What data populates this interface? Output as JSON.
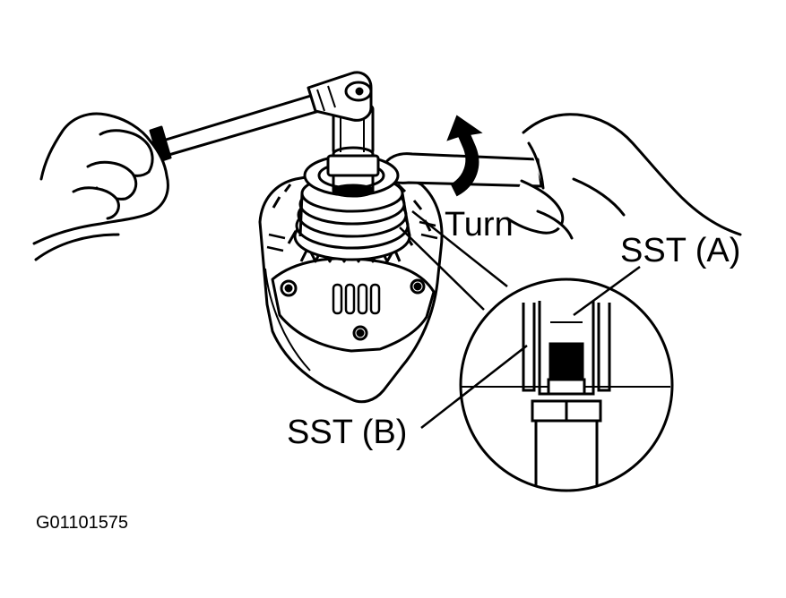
{
  "labels": {
    "turn": "Turn",
    "sst_a": "SST (A)",
    "sst_b": "SST (B)",
    "figure_id": "G01101575"
  },
  "colors": {
    "line": "#000000",
    "background": "#ffffff"
  }
}
